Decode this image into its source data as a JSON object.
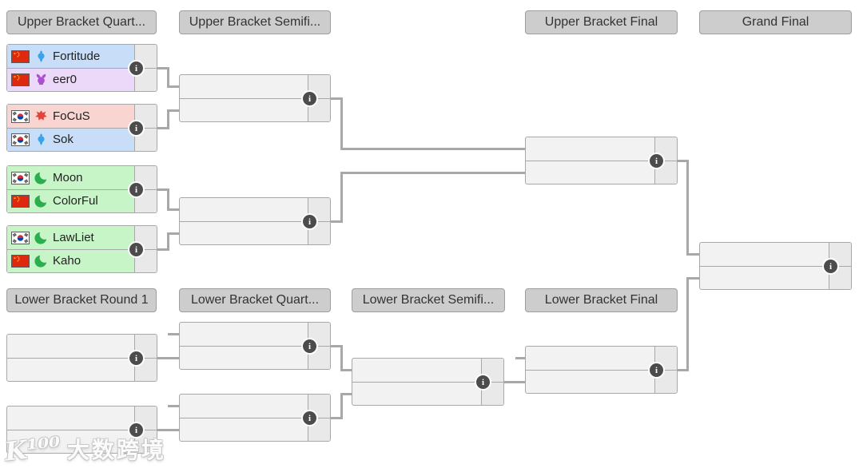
{
  "page": {
    "background": "#ffffff"
  },
  "colors": {
    "header_bg": "#cdcdcd",
    "header_border": "#9e9e9e",
    "header_text": "#333333",
    "box_bg": "#f2f2f2",
    "box_border": "#a8a8a8",
    "score_bg": "#e9e9e9",
    "connector": "#a8a8a8",
    "info_bg": "#4c4c4c",
    "info_glyph_color": "#ffffff",
    "race_rows": {
      "human": "#c8def8",
      "undead": "#ecd8f8",
      "orc": "#f8d5d1",
      "nightelf": "#c8f5c8"
    },
    "race_icons": {
      "human": "#3ba1e8",
      "undead": "#ad4fd2",
      "orc": "#e0443c",
      "nightelf": "#2aae4e"
    },
    "flag_china": "#de2910",
    "flag_china_star": "#ffde00",
    "flag_korea_red": "#cd2e3a",
    "flag_korea_blue": "#0047a0"
  },
  "headers": [
    {
      "id": "ub-quarterfinals",
      "label": "Upper Bracket Quart..."
    },
    {
      "id": "ub-semifinals",
      "label": "Upper Bracket Semifi..."
    },
    {
      "id": "ub-final",
      "label": "Upper Bracket Final"
    },
    {
      "id": "grand-final",
      "label": "Grand Final"
    },
    {
      "id": "lb-round1",
      "label": "Lower Bracket Round 1"
    },
    {
      "id": "lb-quarterfinals",
      "label": "Lower Bracket Quart..."
    },
    {
      "id": "lb-semifinal",
      "label": "Lower Bracket Semifi..."
    },
    {
      "id": "lb-final",
      "label": "Lower Bracket Final"
    }
  ],
  "matches": [
    {
      "id": "ub-qf-1",
      "slots": [
        {
          "name": "Fortitude",
          "flag": "cn",
          "race": "human"
        },
        {
          "name": "eer0",
          "flag": "cn",
          "race": "undead"
        }
      ]
    },
    {
      "id": "ub-qf-2",
      "slots": [
        {
          "name": "FoCuS",
          "flag": "kr",
          "race": "orc"
        },
        {
          "name": "Sok",
          "flag": "kr",
          "race": "human"
        }
      ]
    },
    {
      "id": "ub-qf-3",
      "slots": [
        {
          "name": "Moon",
          "flag": "kr",
          "race": "nightelf"
        },
        {
          "name": "ColorFul",
          "flag": "cn",
          "race": "nightelf"
        }
      ]
    },
    {
      "id": "ub-qf-4",
      "slots": [
        {
          "name": "LawLiet",
          "flag": "kr",
          "race": "nightelf"
        },
        {
          "name": "Kaho",
          "flag": "cn",
          "race": "nightelf"
        }
      ]
    },
    {
      "id": "ub-sf-1",
      "slots": [
        {},
        {}
      ]
    },
    {
      "id": "ub-sf-2",
      "slots": [
        {},
        {}
      ]
    },
    {
      "id": "ub-final",
      "slots": [
        {},
        {}
      ]
    },
    {
      "id": "grand-final",
      "slots": [
        {},
        {}
      ]
    },
    {
      "id": "lb-r1-1",
      "slots": [
        {},
        {}
      ]
    },
    {
      "id": "lb-r1-2",
      "slots": [
        {},
        {}
      ]
    },
    {
      "id": "lb-qf-1",
      "slots": [
        {},
        {}
      ]
    },
    {
      "id": "lb-qf-2",
      "slots": [
        {},
        {}
      ]
    },
    {
      "id": "lb-sf",
      "slots": [
        {},
        {}
      ]
    },
    {
      "id": "lb-final",
      "slots": [
        {},
        {}
      ]
    }
  ],
  "info_icon_glyph": "i",
  "watermark": {
    "logo": "K¹⁰⁰",
    "text": "大数跨境"
  }
}
